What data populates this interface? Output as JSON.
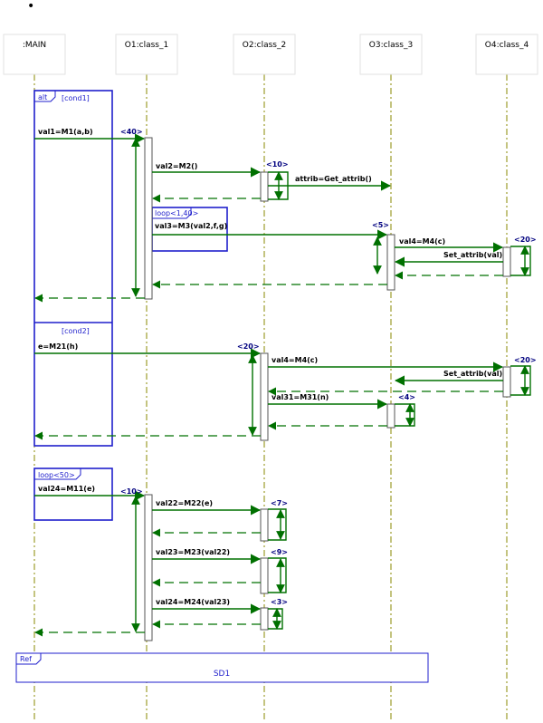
{
  "bullet": "•",
  "lifelines": [
    {
      "id": "main",
      "label": ":MAIN"
    },
    {
      "id": "o1",
      "label": "O1:class_1"
    },
    {
      "id": "o2",
      "label": "O2:class_2"
    },
    {
      "id": "o3",
      "label": "O3:class_3"
    },
    {
      "id": "o4",
      "label": "O4:class_4"
    }
  ],
  "fragments": {
    "alt_tag": "alt",
    "alt_guard1": "[cond1]",
    "alt_guard2": "[cond2]",
    "loop1_tag": "loop<1,40>",
    "loop2_tag": "loop<50>",
    "ref_tag": "Ref",
    "ref_name": "SD1"
  },
  "messages": {
    "m1": "val1=M1(a,b)",
    "m2": "val2=M2()",
    "m3": "attrib=Get_attrib()",
    "m4": "val3=M3(val2,f,g)",
    "m5": "val4=M4(c)",
    "m6": "Set_attrib(val)",
    "m7": "e=M21(h)",
    "m8": "val4=M4(c)",
    "m9": "Set_attrib(val)",
    "m10": "val31=M31(n)",
    "m11": "val24=M11(e)",
    "m12": "val22=M22(e)",
    "m13": "val23=M23(val22)",
    "m14": "val24=M24(val23)"
  },
  "timing": {
    "t1": "<40>",
    "t2": "<10>",
    "t3": "<5>",
    "t4": "<20>",
    "t5": "<20>",
    "t6": "<20>",
    "t7": "<4>",
    "t8": "<10>",
    "t9": "<7>",
    "t10": "<9>",
    "t11": "<3>"
  },
  "colors": {
    "message": "#007000",
    "fragment": "#1f1fcc",
    "timing": "#00007f",
    "lifeline": "#8a8a00",
    "text": "#000000"
  }
}
